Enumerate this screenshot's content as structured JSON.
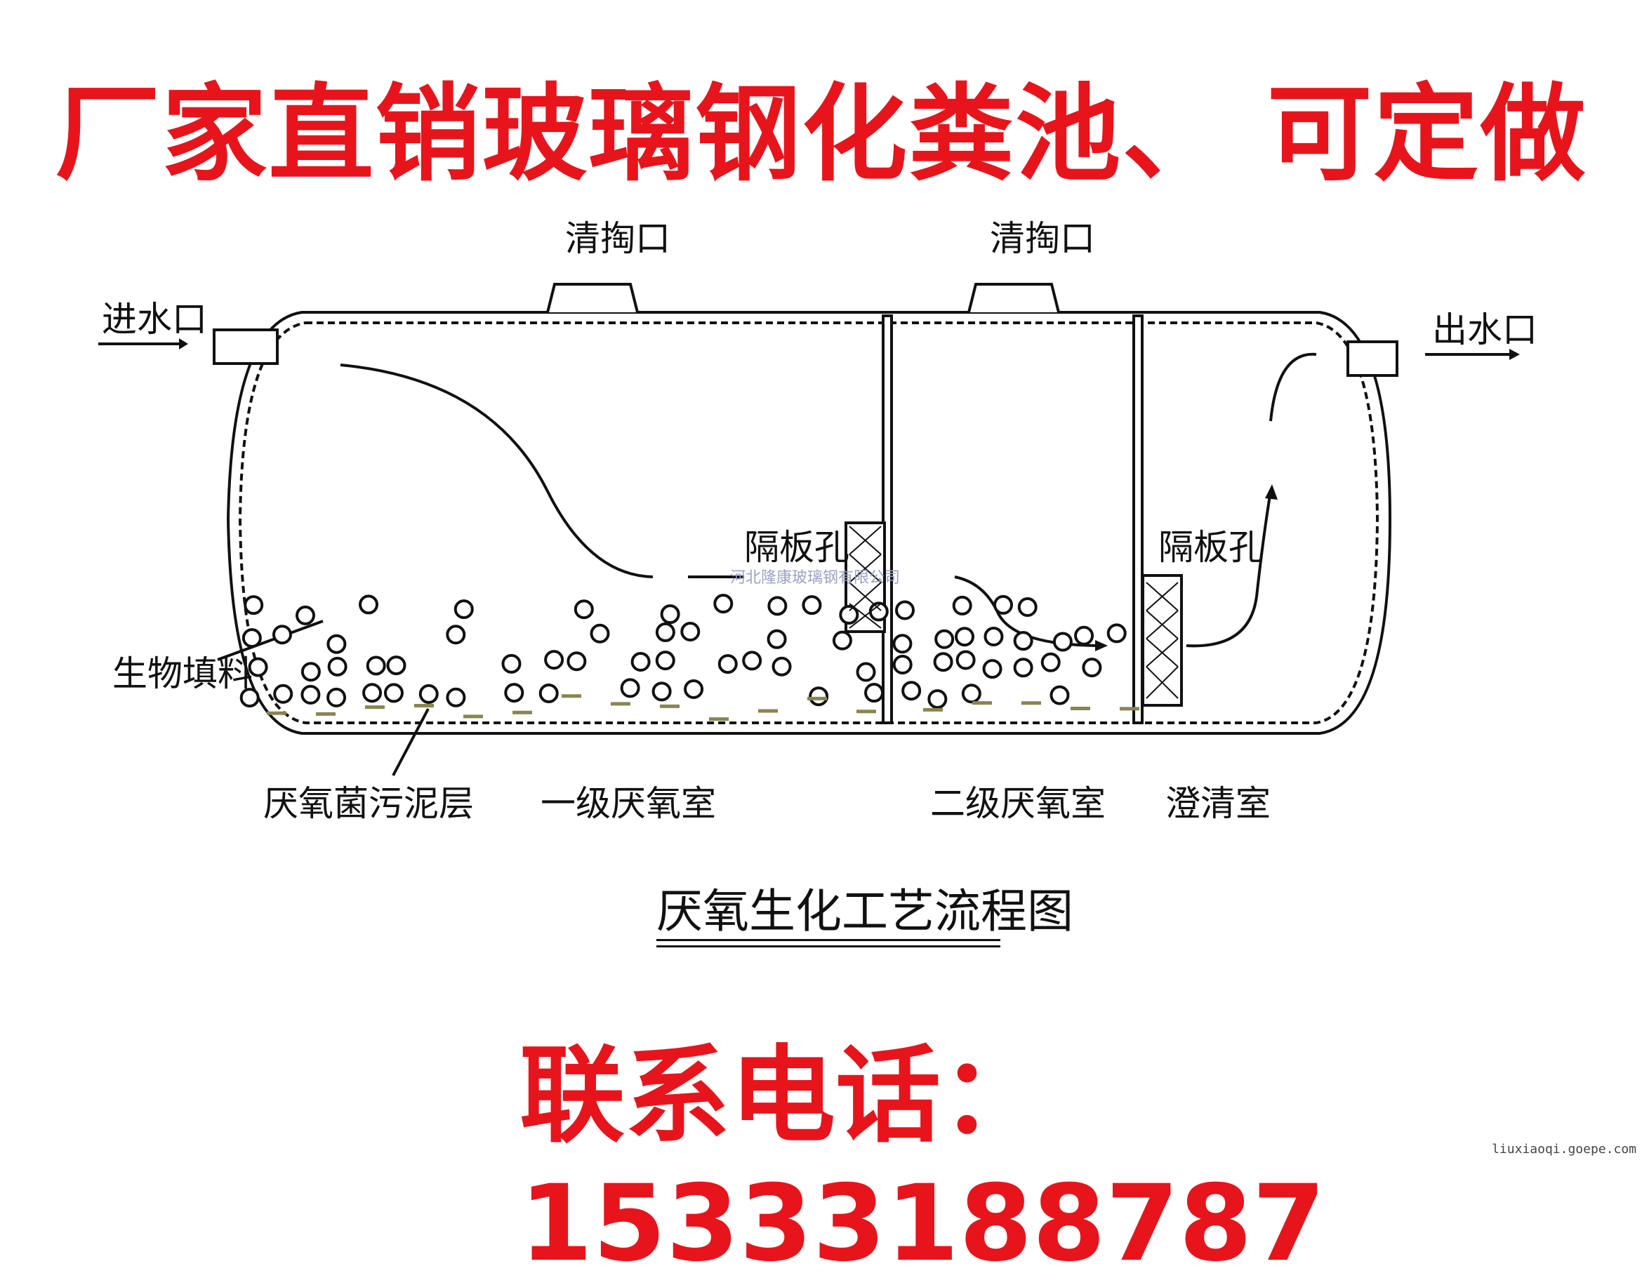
{
  "headline": "厂家直销玻璃钢化粪池、 可定做",
  "labels": {
    "inlet": "进水口",
    "outlet": "出水口",
    "cleanout_1": "清掏口",
    "cleanout_2": "清掏口",
    "baffle_hole_1": "隔板孔",
    "baffle_hole_2": "隔板孔",
    "bio_filler": "生物填料",
    "sludge_layer": "厌氧菌污泥层",
    "chamber_1": "一级厌氧室",
    "chamber_2": "二级厌氧室",
    "clarifier": "澄清室"
  },
  "caption": "厌氧生化工艺流程图",
  "watermark": "河北隆康玻璃钢有限公司",
  "contact": "联系电话：15333188787",
  "site": "liuxiaoqi.goepe.com",
  "colors": {
    "accent": "#e8141b",
    "line": "#111111",
    "sludge": "#8a8450"
  }
}
